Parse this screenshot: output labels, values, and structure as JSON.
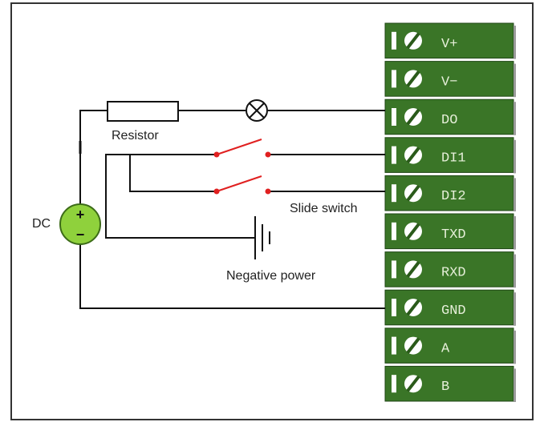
{
  "labels": {
    "dc": "DC",
    "resistor": "Resistor",
    "slide_switch": "Slide switch",
    "negative_power": "Negative power"
  },
  "dc_source": {
    "plus": "+",
    "minus": "−",
    "fill_color": "#8fd13c"
  },
  "terminal_block": {
    "fill_color": "#3a7527",
    "terminals": [
      "V+",
      "V−",
      "DO",
      "DI1",
      "DI2",
      "TXD",
      "RXD",
      "GND",
      "A",
      "B"
    ]
  },
  "colors": {
    "wire": "#111111",
    "switch": "#e02020",
    "frame": "#333333"
  }
}
